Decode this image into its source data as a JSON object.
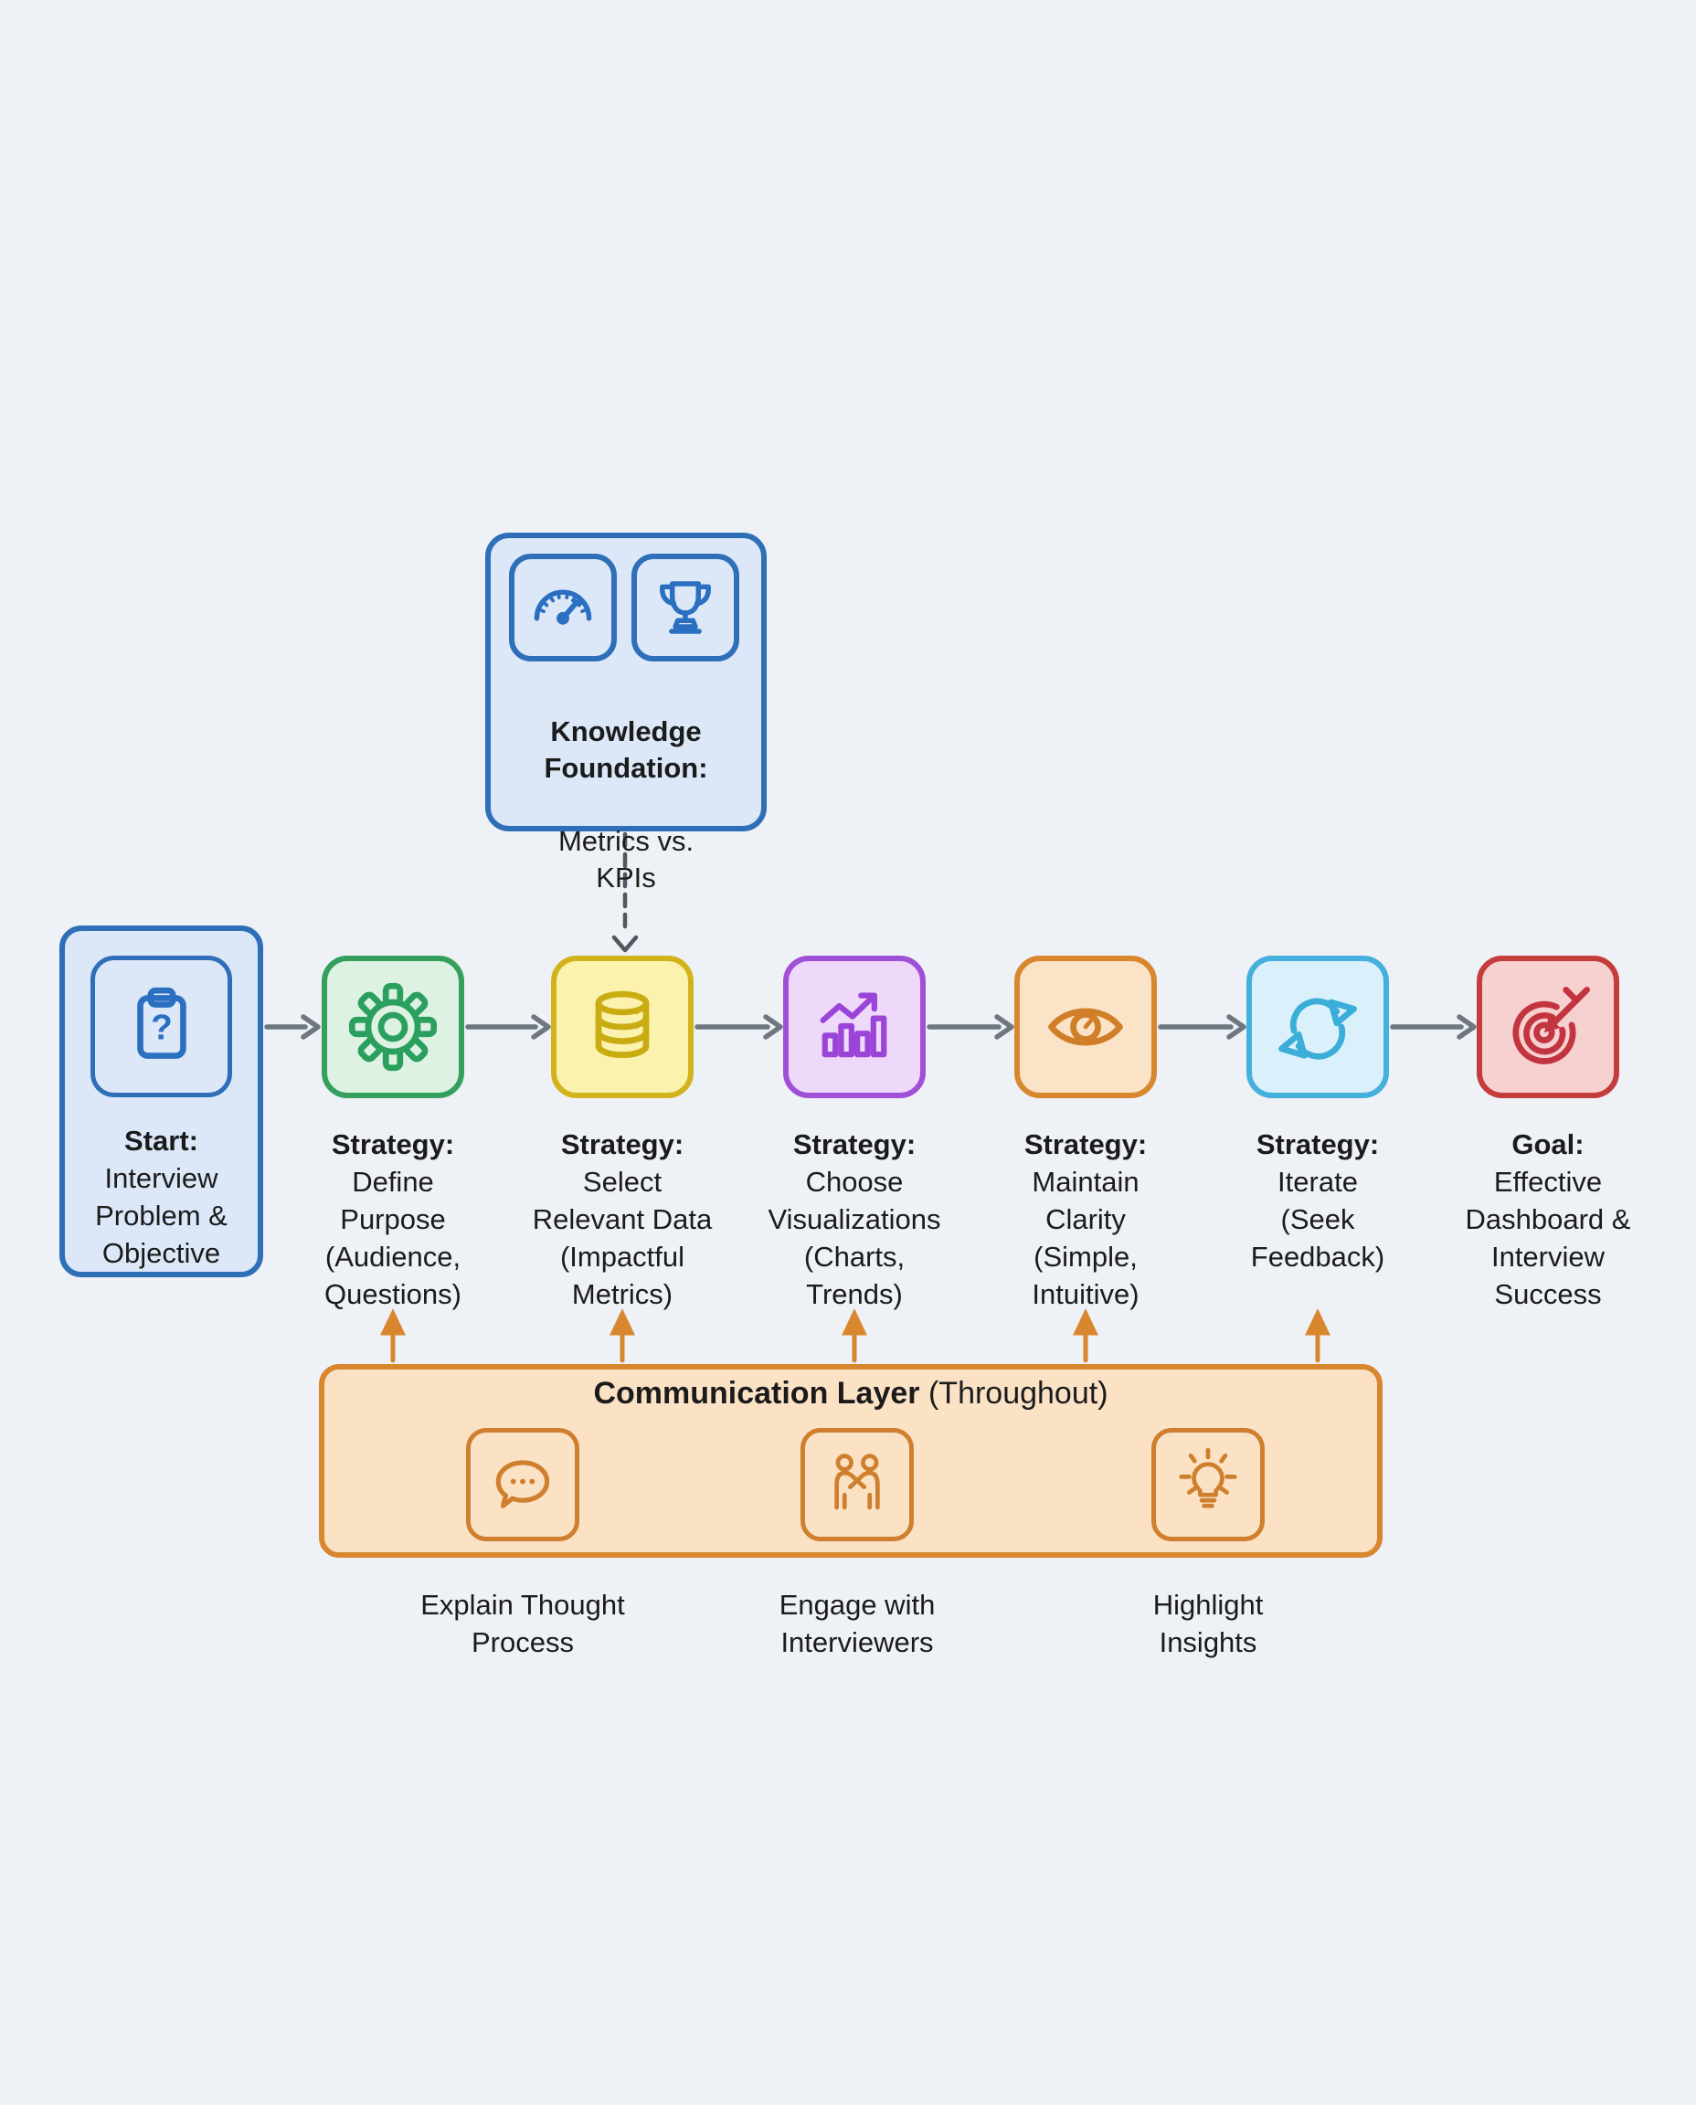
{
  "background": "#eef1f6",
  "text_color": "#1b1b1b",
  "knowledge": {
    "title_bold": "Knowledge\nFoundation:",
    "subtitle": "Metrics vs.\nKPIs",
    "icons": [
      "gauge-icon",
      "trophy-icon"
    ],
    "border": "#2e6fb8",
    "fill": "#dce8f8"
  },
  "flow": {
    "nodes": [
      {
        "id": "start",
        "title": "Start:",
        "text": "Interview\nProblem &\nObjective",
        "icon": "clipboard-question-icon",
        "border": "#2e6fb8",
        "fill": "#dce8f8",
        "icon_color": "#2b6fc0"
      },
      {
        "id": "define-purpose",
        "title": "Strategy:",
        "text": "Define\nPurpose\n(Audience,\nQuestions)",
        "icon": "gear-icon",
        "border": "#35a05e",
        "fill": "#ddf2e3",
        "icon_color": "#2ba05e"
      },
      {
        "id": "select-data",
        "title": "Strategy:",
        "text": "Select\nRelevant Data\n(Impactful\nMetrics)",
        "icon": "database-icon",
        "border": "#d3b31c",
        "fill": "#fbf2ae",
        "icon_color": "#c9ac12"
      },
      {
        "id": "choose-visualizations",
        "title": "Strategy:",
        "text": "Choose\nVisualizations\n(Charts,\nTrends)",
        "icon": "bar-chart-trend-icon",
        "border": "#a050d6",
        "fill": "#efd9fb",
        "icon_color": "#9a44d8"
      },
      {
        "id": "maintain-clarity",
        "title": "Strategy:",
        "text": "Maintain\nClarity\n(Simple,\nIntuitive)",
        "icon": "eye-icon",
        "border": "#d8872f",
        "fill": "#fbe3c7",
        "icon_color": "#d07f28"
      },
      {
        "id": "iterate",
        "title": "Strategy:",
        "text": "Iterate\n(Seek\nFeedback)",
        "icon": "refresh-icon",
        "border": "#45b0dc",
        "fill": "#daf1fb",
        "icon_color": "#3aaed8"
      },
      {
        "id": "goal",
        "title": "Goal:",
        "text": "Effective\nDashboard &\nInterview\nSuccess",
        "icon": "target-icon",
        "border": "#c53c3c",
        "fill": "#f7d0d0",
        "icon_color": "#c23440"
      }
    ]
  },
  "communication": {
    "title_bold": "Communication Layer",
    "title_suffix": " (Throughout)",
    "border": "#d8872f",
    "fill": "#fbe2c5",
    "items": [
      {
        "icon": "speech-bubble-icon",
        "label": "Explain Thought\nProcess"
      },
      {
        "icon": "handshake-icon",
        "label": "Engage with\nInterviewers"
      },
      {
        "icon": "lightbulb-icon",
        "label": "Highlight\nInsights"
      }
    ]
  },
  "arrows": {
    "flow_color": "#6e7680",
    "knowledge_dashed_color": "#51585f",
    "communication_color": "#d8872f"
  }
}
